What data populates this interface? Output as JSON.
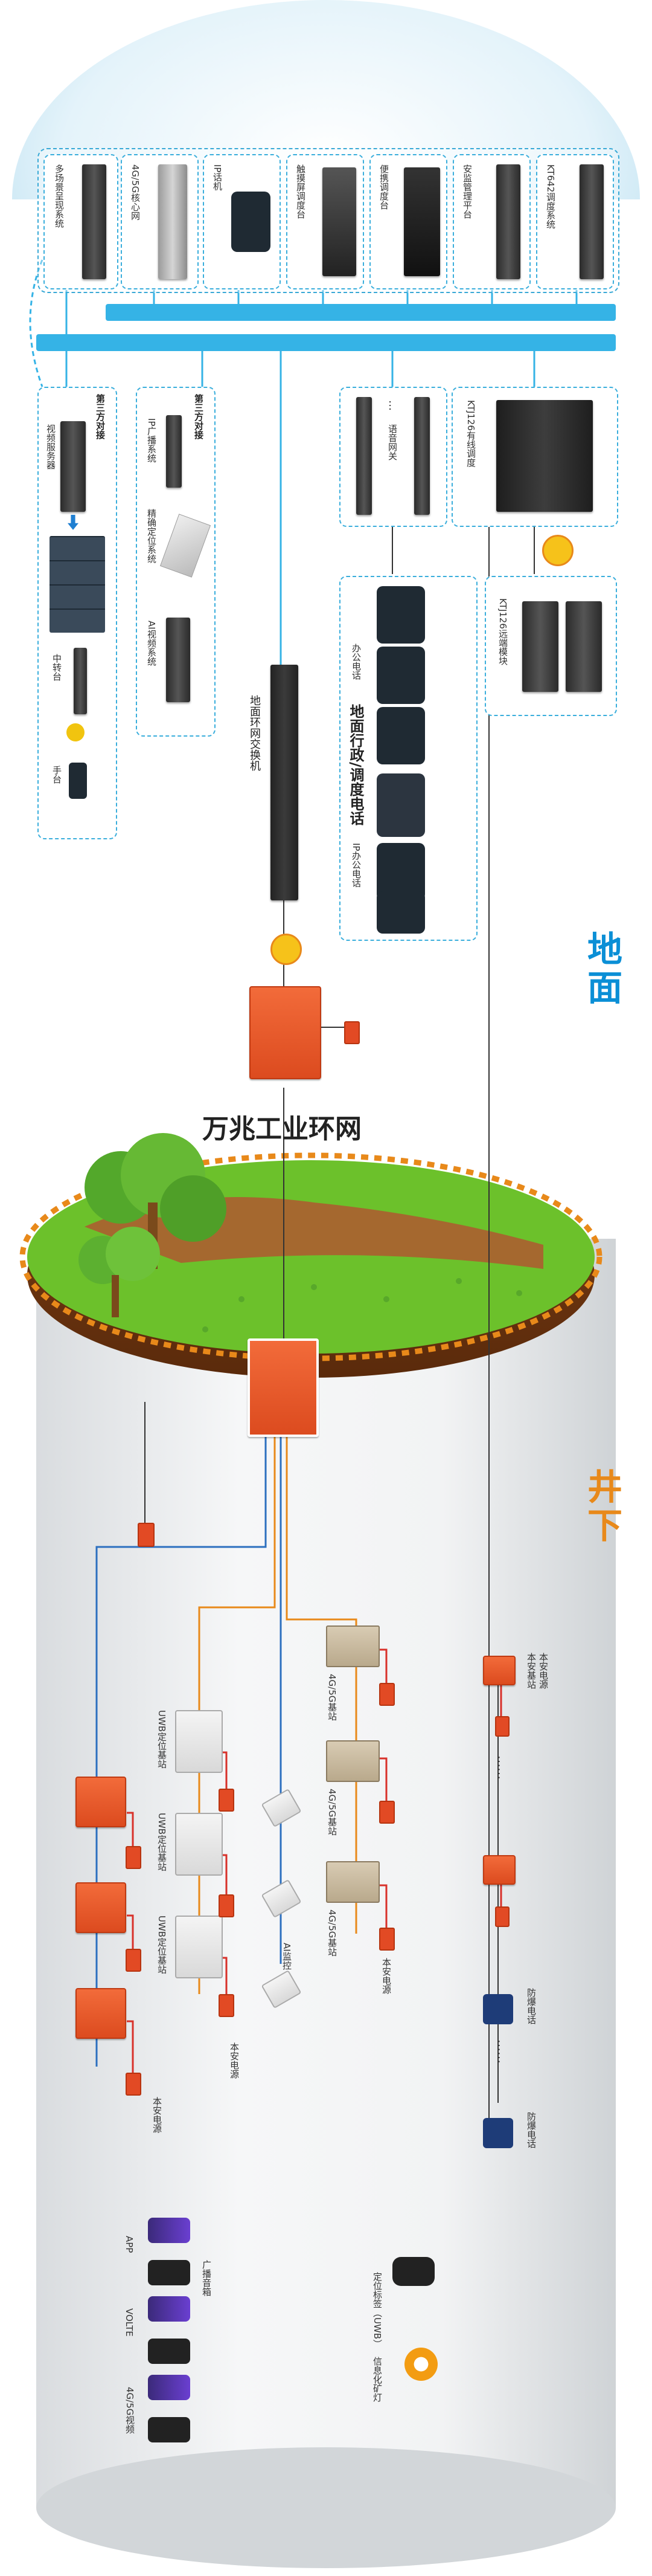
{
  "section_ground": "地面",
  "section_underground": "井下",
  "ring_network": "万兆工业环网",
  "top_systems": [
    {
      "label": "多场景呈现系统"
    },
    {
      "label": "4G/5G核心网"
    },
    {
      "label": "IP话机"
    },
    {
      "label": "触摸屏调度台"
    },
    {
      "label": "便携调度台"
    },
    {
      "label": "安监管理平台"
    },
    {
      "label": "KT642调度系统"
    }
  ],
  "third_party_left": {
    "title": "第三方对接",
    "items": [
      "视频服务器",
      "中转台",
      "手台"
    ]
  },
  "third_party_right": {
    "title": "第三方对接",
    "items": [
      "IP广播系统",
      "精确定位系统",
      "AI视频系统"
    ]
  },
  "voice_gateway": {
    "label": "语音网关",
    "dots": "…"
  },
  "kt126_dispatch": "KTJ126有线调度",
  "kt126_remote": "KTJ126远端模块",
  "ground_switch": "地面环网交换机",
  "phones_box": {
    "office_label": "办公电话",
    "admin_label": "地面行政/调度电话",
    "ip_label": "IP办公电话"
  },
  "underground": {
    "uwb_label": "UWB定位基站",
    "ai_label": "AI监控",
    "bs_label": "4G/5G基站",
    "power_label": "本安电源",
    "power_station_label": "本安基站",
    "power_station_label2": "本安电源",
    "explosion_phone": "防爆电话",
    "dots": "……",
    "loc_card": "定位标签（UWB）",
    "cap_lamp": "信息化矿灯",
    "app": "APP",
    "broadcast": "广播音箱",
    "volte": "VOLTE",
    "video": "4G/5G视频"
  },
  "colors": {
    "sky": "#cfeaf6",
    "bus": "#35b3e6",
    "accent_orange": "#e8891a",
    "cylinder": "#e6e8ea",
    "grass": "#6cc12b",
    "soil": "#8b4a1e"
  }
}
